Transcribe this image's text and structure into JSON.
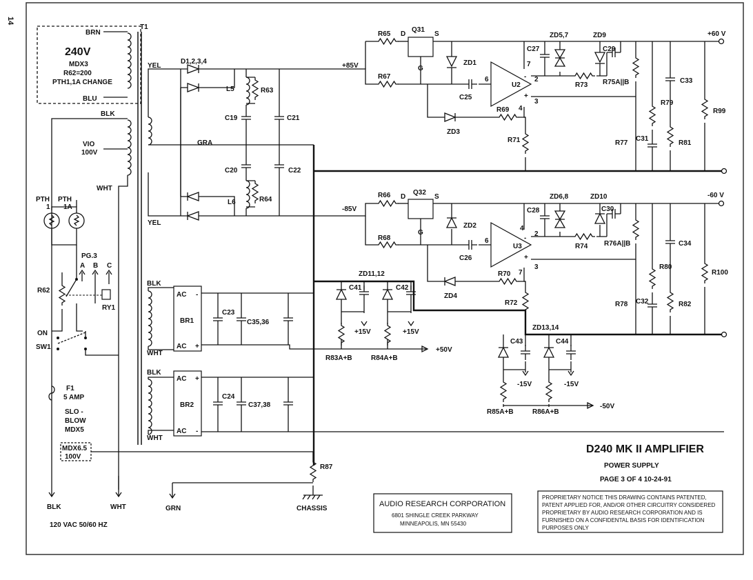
{
  "page_number": "14",
  "title": {
    "main": "D240 MK II AMPLIFIER",
    "sub": "POWER SUPPLY",
    "page": "PAGE 3 OF 4   10-24-91"
  },
  "company": {
    "name": "AUDIO RESEARCH CORPORATION",
    "address1": "6801 SHINGLE CREEK PARKWAY",
    "address2": "MINNEAPOLIS, MN 55430"
  },
  "notice": [
    "PROPRIETARY NOTICE   THIS DRAWING CONTAINS PATENTED,",
    "PATENT APPLIED FOR, AND/OR OTHER CIRCUITRY CONSIDERED",
    "PROPRIETARY BY AUDIO RESEARCH CORPORATION AND IS",
    "FURNISHED ON A CONFIDENTAL BASIS FOR IDENTIFICATION",
    "PURPOSES ONLY"
  ],
  "variant_box": {
    "brn": "BRN",
    "voltage": "240V",
    "line1": "MDX3",
    "line2": "R62=200",
    "line3": "PTH1,1A CHANGE",
    "blu": "BLU"
  },
  "mains": {
    "blk": "BLK",
    "wht": "WHT",
    "spec": "120 VAC  50/60 HZ",
    "grn": "GRN",
    "chassis": "CHASSIS"
  },
  "primary": {
    "blk": "BLK",
    "vio": "VIO",
    "vio_v": "100V",
    "wht": "WHT",
    "pth1": "PTH",
    "pth1_n": "1",
    "pth1a": "PTH",
    "pth1a_n": "1A",
    "pg": "PG.3",
    "a": "A",
    "b": "B",
    "c": "C",
    "ry1": "RY1",
    "r62": "R62",
    "on": "ON",
    "sw1": "SW1",
    "f1": "F1",
    "f1_rating": "5 AMP",
    "slo": "SLO -",
    "blow": "BLOW",
    "mdx5": "MDX5",
    "mdx65": "MDX6.5",
    "mdx65_v": "100V"
  },
  "transformer": {
    "t1": "T1",
    "yel_top": "YEL",
    "gra": "GRA",
    "yel_bot": "YEL"
  },
  "hv_supply": {
    "d": "D1,2,3,4",
    "l5": "L5",
    "r63": "R63",
    "c19": "C19",
    "c21": "C21",
    "c20": "C20",
    "c22": "C22",
    "l6": "L6",
    "r64": "R64",
    "pos85": "+85V",
    "neg85": "-85V"
  },
  "pos_reg": {
    "r65": "R65",
    "q31": "Q31",
    "d": "D",
    "s": "S",
    "g": "G",
    "zd1": "ZD1",
    "r67": "R67",
    "c25": "C25",
    "zd3": "ZD3",
    "u2": "U2",
    "pin6": "6",
    "pin7": "7",
    "pin2": "2",
    "pin3": "3",
    "pin4": "4",
    "r69": "R69",
    "r71": "R71",
    "c27": "C27",
    "zd57": "ZD5,7",
    "zd9": "ZD9",
    "c29": "C29",
    "r73": "R73",
    "r75": "R75A||B",
    "c33": "C33",
    "r77": "R77",
    "c31": "C31",
    "r79": "R79",
    "r81": "R81",
    "r99": "R99",
    "out": "+60 V"
  },
  "neg_reg": {
    "r66": "R66",
    "q32": "Q32",
    "d": "D",
    "s": "S",
    "g": "G",
    "zd2": "ZD2",
    "r68": "R68",
    "c26": "C26",
    "zd4": "ZD4",
    "u3": "U3",
    "pin6": "6",
    "pin7": "7",
    "pin2": "2",
    "pin3": "3",
    "pin4": "4",
    "r70": "R70",
    "r72": "R72",
    "c28": "C28",
    "zd68": "ZD6,8",
    "zd10": "ZD10",
    "c30": "C30",
    "r74": "R74",
    "r76": "R76A||B",
    "c34": "C34",
    "r78": "R78",
    "c32": "C32",
    "r80": "R80",
    "r82": "R82",
    "r100": "R100",
    "out": "-60 V"
  },
  "lv_supply": {
    "blk1": "BLK",
    "wht1": "WHT",
    "br1": "BR1",
    "ac": "AC",
    "c23": "C23",
    "c3536": "C35,36",
    "blk2": "BLK",
    "wht2": "WHT",
    "br2": "BR2",
    "c24": "C24",
    "c3738": "C37,38",
    "zd1112": "ZD11,12",
    "c41": "C41",
    "c42": "C42",
    "p15a": "+15V",
    "p15b": "+15V",
    "r83": "R83A+B",
    "r84": "R84A+B",
    "p50": "+50V",
    "zd1314": "ZD13,14",
    "c43": "C43",
    "c44": "C44",
    "n15a": "-15V",
    "n15b": "-15V",
    "r85": "R85A+B",
    "r86": "R86A+B",
    "n50": "-50V",
    "r87": "R87"
  }
}
